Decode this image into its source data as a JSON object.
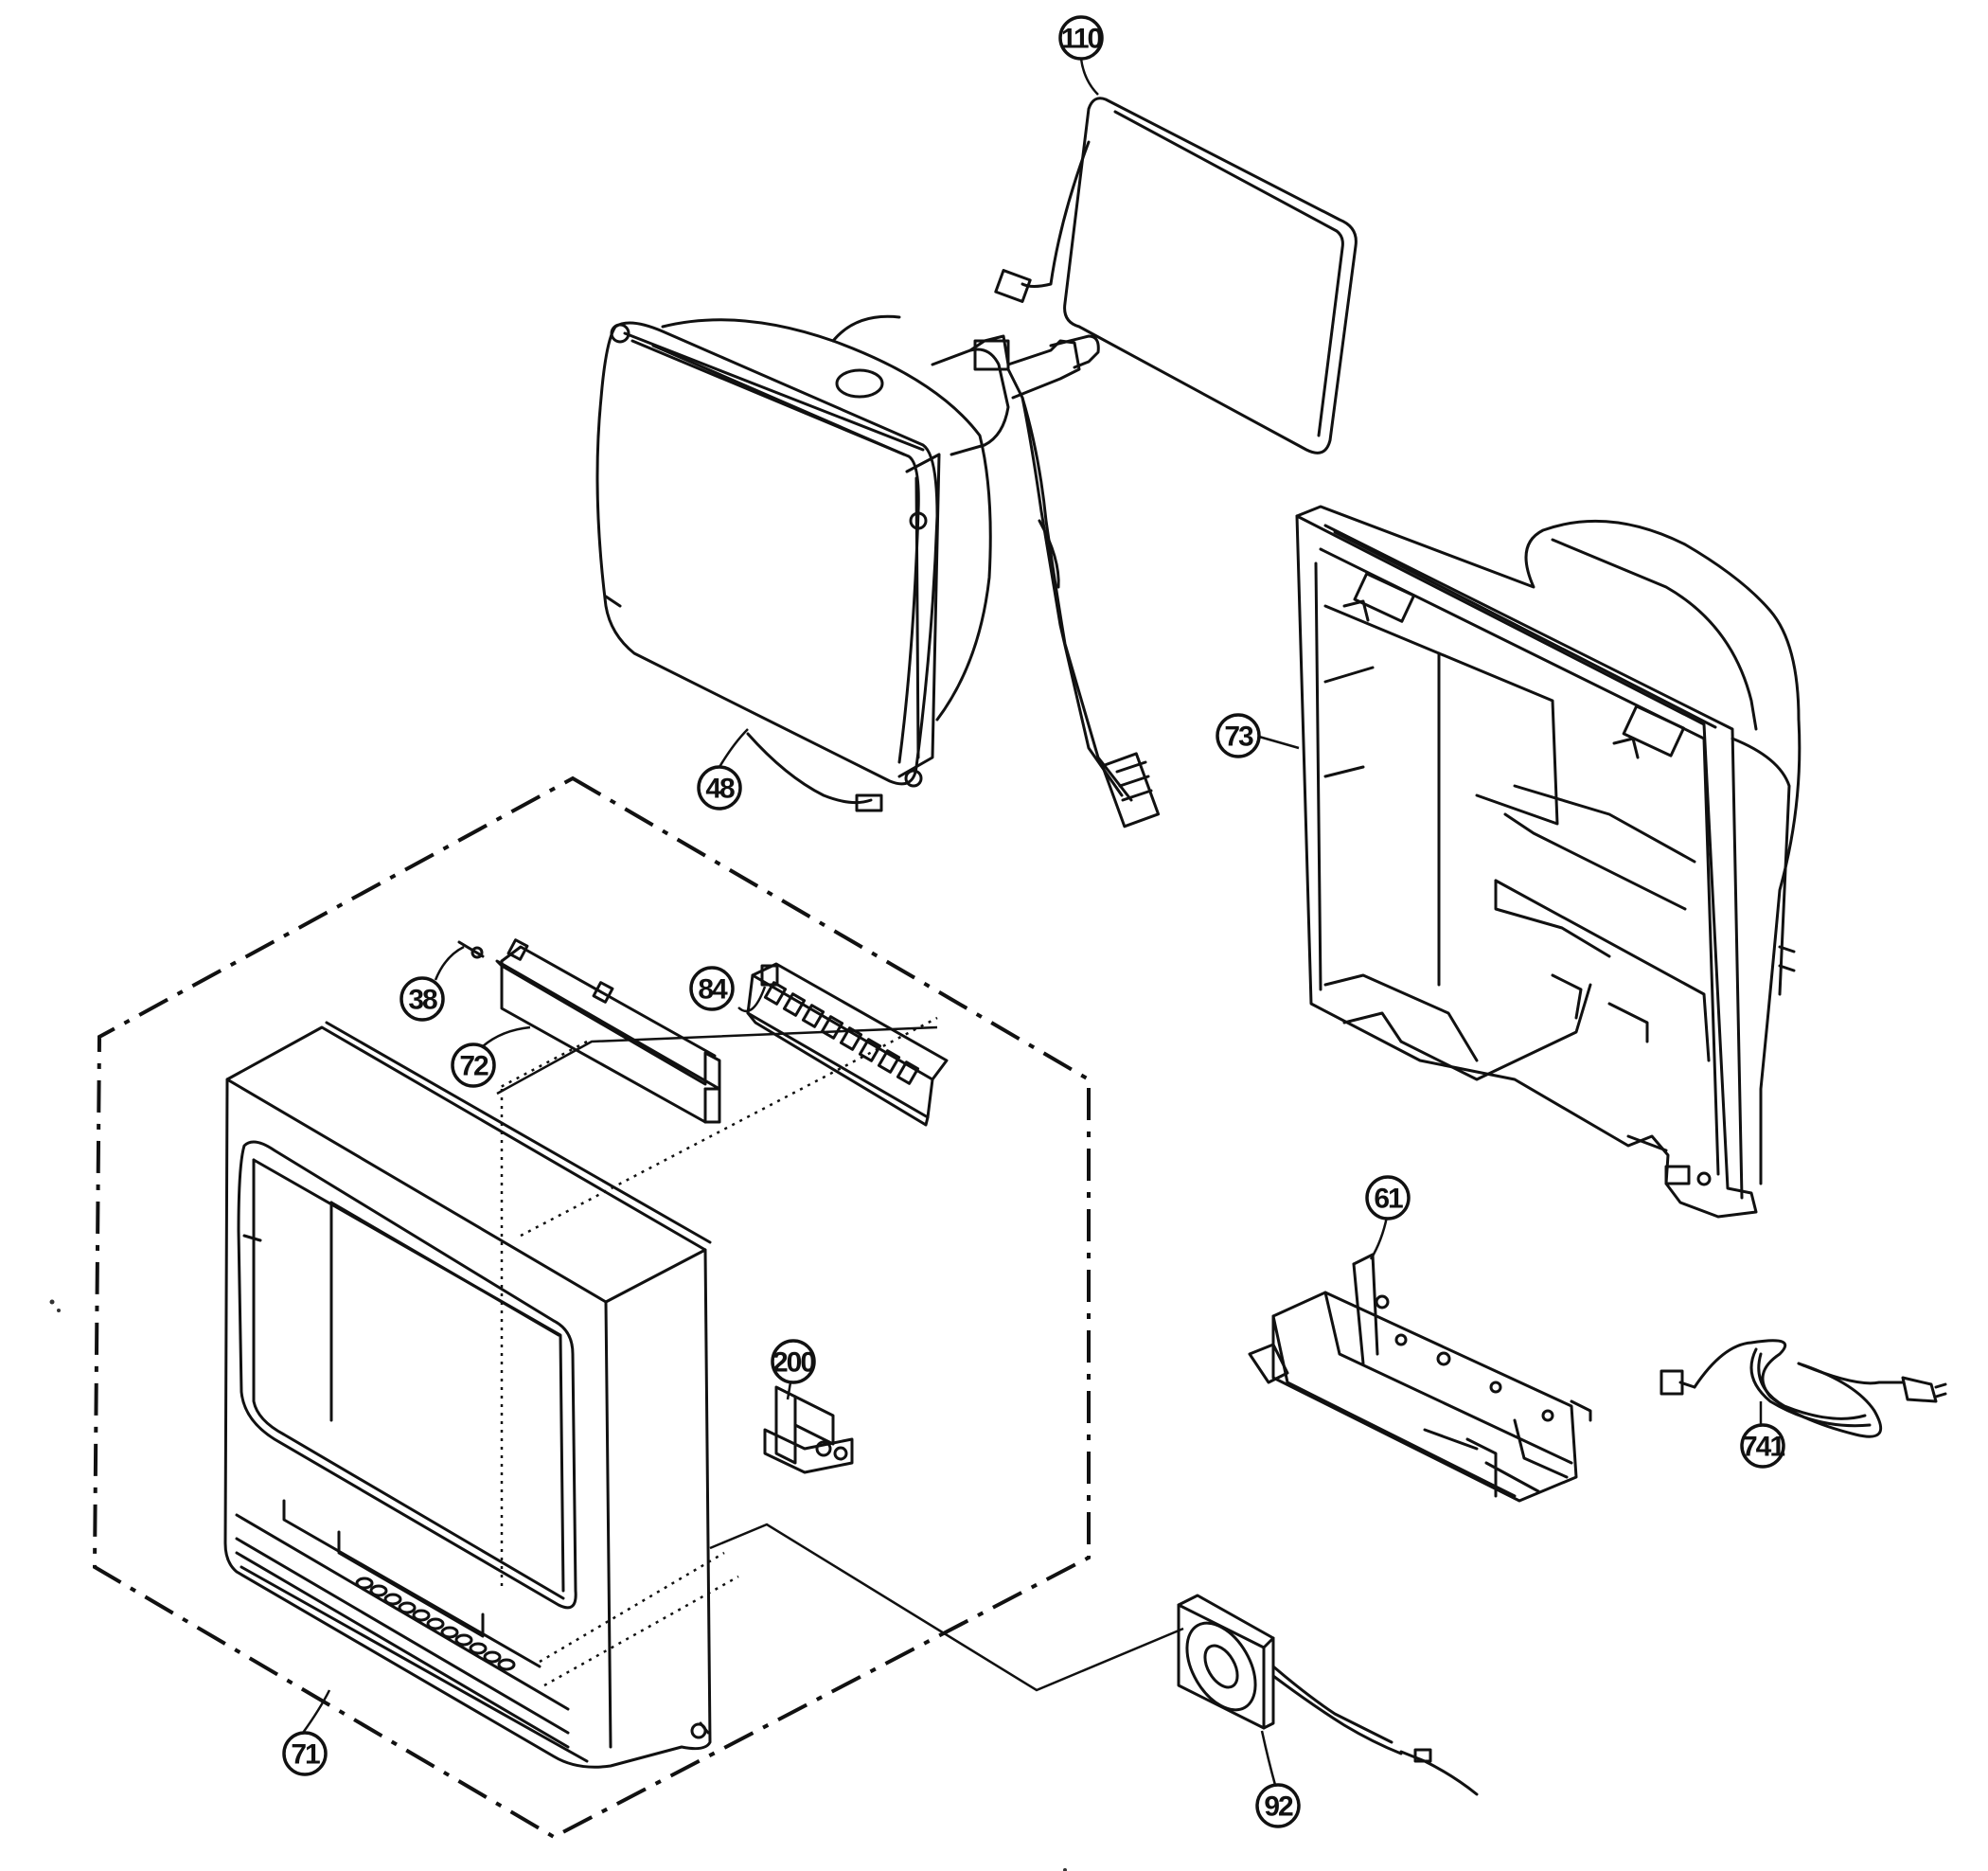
{
  "callouts": {
    "c110": "110",
    "c48": "48",
    "c73": "73",
    "c84": "84",
    "c38": "38",
    "c72": "72",
    "c61": "61",
    "c200": "200",
    "c741": "741",
    "c71": "71",
    "c92": "92"
  }
}
